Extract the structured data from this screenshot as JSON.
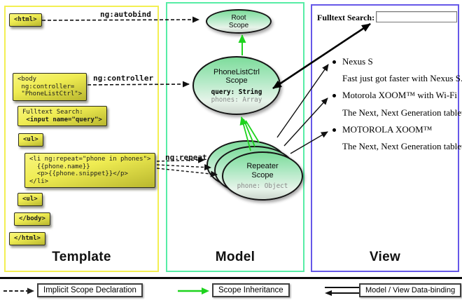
{
  "template_column": {
    "label": "Template",
    "boxes": {
      "html_open": {
        "lines": [
          "<html>"
        ]
      },
      "body_open": {
        "lines": [
          "<body",
          " ng:controller=",
          " \"PhoneListCtrl\">"
        ]
      },
      "fulltext": {
        "lines": [
          "Fulltext Search:",
          " <input name=\"query\">"
        ]
      },
      "ul_open": {
        "lines": [
          "<ul>"
        ]
      },
      "li_repeat": {
        "lines": [
          "<li ng:repeat=\"phone in phones\">",
          "  {{phone.name}}",
          "  <p>{{phone.snippet}}</p>",
          "</li>"
        ]
      },
      "ul_close": {
        "lines": [
          "<ul>"
        ]
      },
      "body_close": {
        "lines": [
          "</body>"
        ]
      },
      "html_close": {
        "lines": [
          "</html>"
        ]
      }
    }
  },
  "arrow_labels": {
    "autobind": "ng:autobind",
    "controller": "ng:controller",
    "repeat": "ng:repeat"
  },
  "model_column": {
    "label": "Model",
    "root_scope": {
      "line1": "Root",
      "line2": "Scope"
    },
    "phonelist_scope": {
      "line1": "PhoneListCtrl",
      "line2": "Scope",
      "prop1": "query: String",
      "prop2": "phones: Array"
    },
    "repeater_scope": {
      "line1": "Repeater",
      "line2": "Scope",
      "prop1": "phone: Object"
    }
  },
  "view_column": {
    "label": "View",
    "search_label": "Fulltext Search:",
    "search_value": "",
    "items": [
      {
        "title": "Nexus S",
        "snippet": "Fast just got faster with Nexus S."
      },
      {
        "title": "Motorola XOOM™ with Wi-Fi",
        "snippet": "The Next, Next Generation tablet."
      },
      {
        "title": "MOTOROLA XOOM™",
        "snippet": "The Next, Next Generation tablet."
      }
    ]
  },
  "legend": {
    "implicit": "Implicit Scope Declaration",
    "inheritance": "Scope Inheritance",
    "binding": "Model / View Data-binding"
  },
  "colors": {
    "template_border": "#f3ef52",
    "model_border": "#57eda6",
    "view_border": "#6658e8",
    "code_box_yellow": "#efec52",
    "scope_green": "#7edc9b",
    "inheritance_arrow_green": "#1ed31e",
    "arrow_black": "#111111"
  }
}
